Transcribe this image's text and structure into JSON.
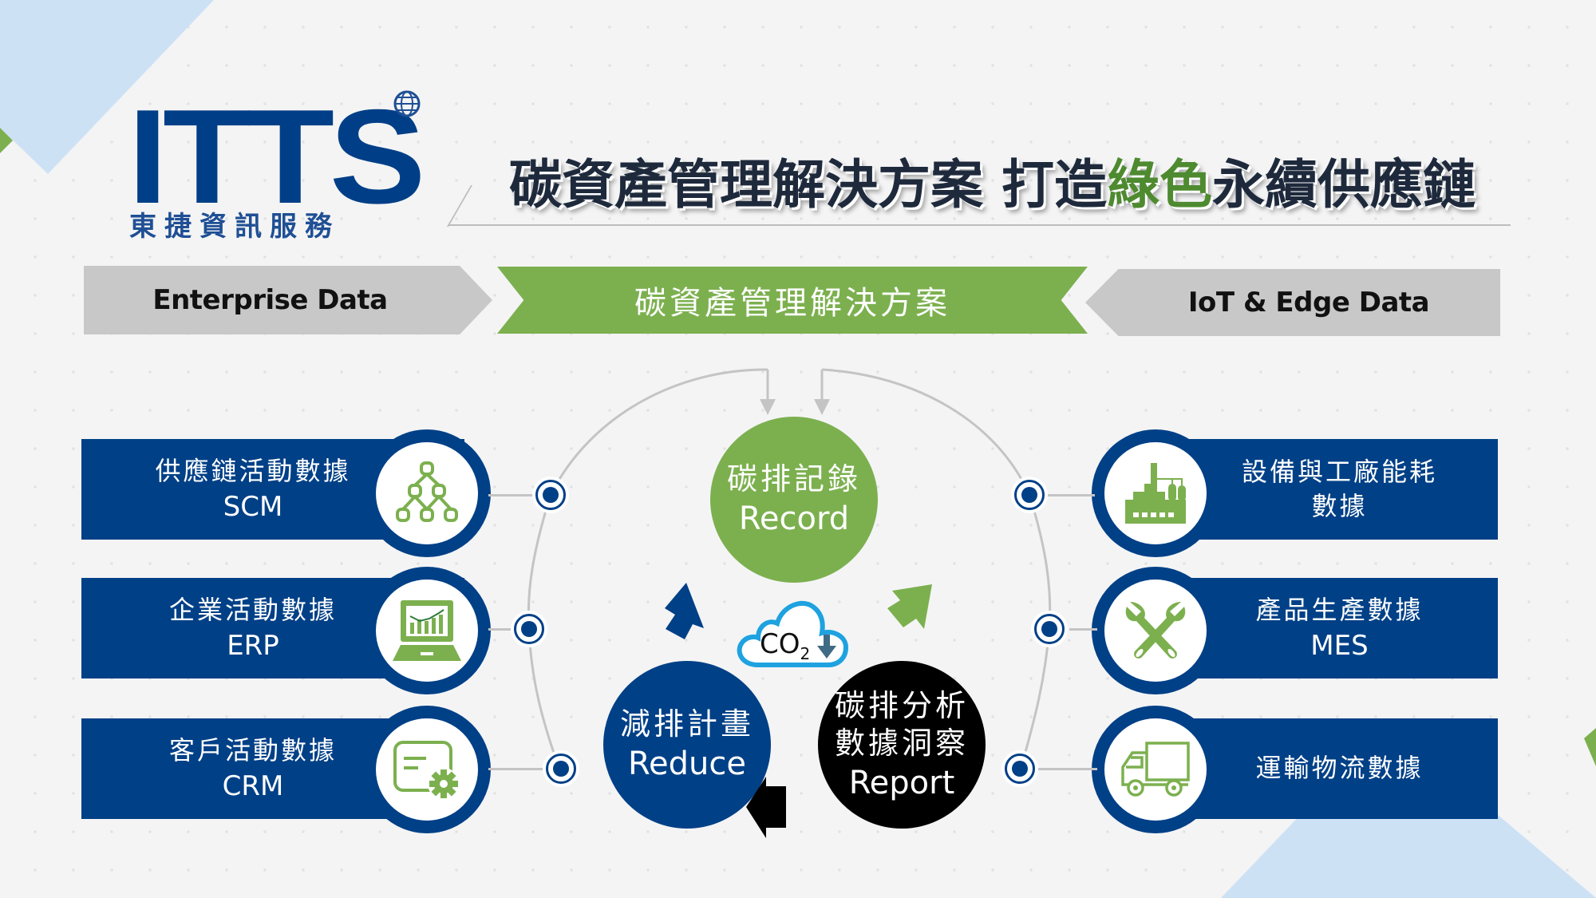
{
  "logo": {
    "brand": "ITTS",
    "subtitle": "東捷資訊服務",
    "registered_mark": "globe-icon",
    "color": "#003f87"
  },
  "title": {
    "part1": "碳資產管理解決方案 打造",
    "highlight": "綠色",
    "part2": "永續供應鏈",
    "highlight_color": "#4e8a2f"
  },
  "banners": {
    "left": "Enterprise Data",
    "center": "碳資產管理解決方案",
    "right": "IoT & Edge Data"
  },
  "enterprise_data": [
    {
      "label_zh": "供應鏈活動數據",
      "label_en": "SCM",
      "icon": "supply-chain-hierarchy-icon"
    },
    {
      "label_zh": "企業活動數據",
      "label_en": "ERP",
      "icon": "laptop-chart-icon"
    },
    {
      "label_zh": "客戶活動數據",
      "label_en": "CRM",
      "icon": "card-gear-icon"
    }
  ],
  "iot_data": [
    {
      "label_zh": "設備與工廠能耗",
      "label_en": "數據",
      "icon": "factory-icon"
    },
    {
      "label_zh": "產品生產數據",
      "label_en": "MES",
      "icon": "wrench-tools-icon"
    },
    {
      "label_zh": "運輸物流數據",
      "label_en": "",
      "icon": "truck-icon"
    }
  ],
  "cycle": {
    "record": {
      "zh": "碳排記錄",
      "en": "Record",
      "color": "#7cb04f"
    },
    "report": {
      "zh1": "碳排分析",
      "zh2": "數據洞察",
      "en": "Report",
      "color": "#000000"
    },
    "reduce": {
      "zh": "減排計畫",
      "en": "Reduce",
      "color": "#004087"
    },
    "center": {
      "text": "CO",
      "sub": "2",
      "icon": "co2-cloud-down-icon"
    }
  },
  "colors": {
    "navy": "#004087",
    "green": "#7cb04f",
    "gray_banner": "#c8c8c8",
    "light_blue": "#cde1f5",
    "background": "#f4f4f5"
  }
}
